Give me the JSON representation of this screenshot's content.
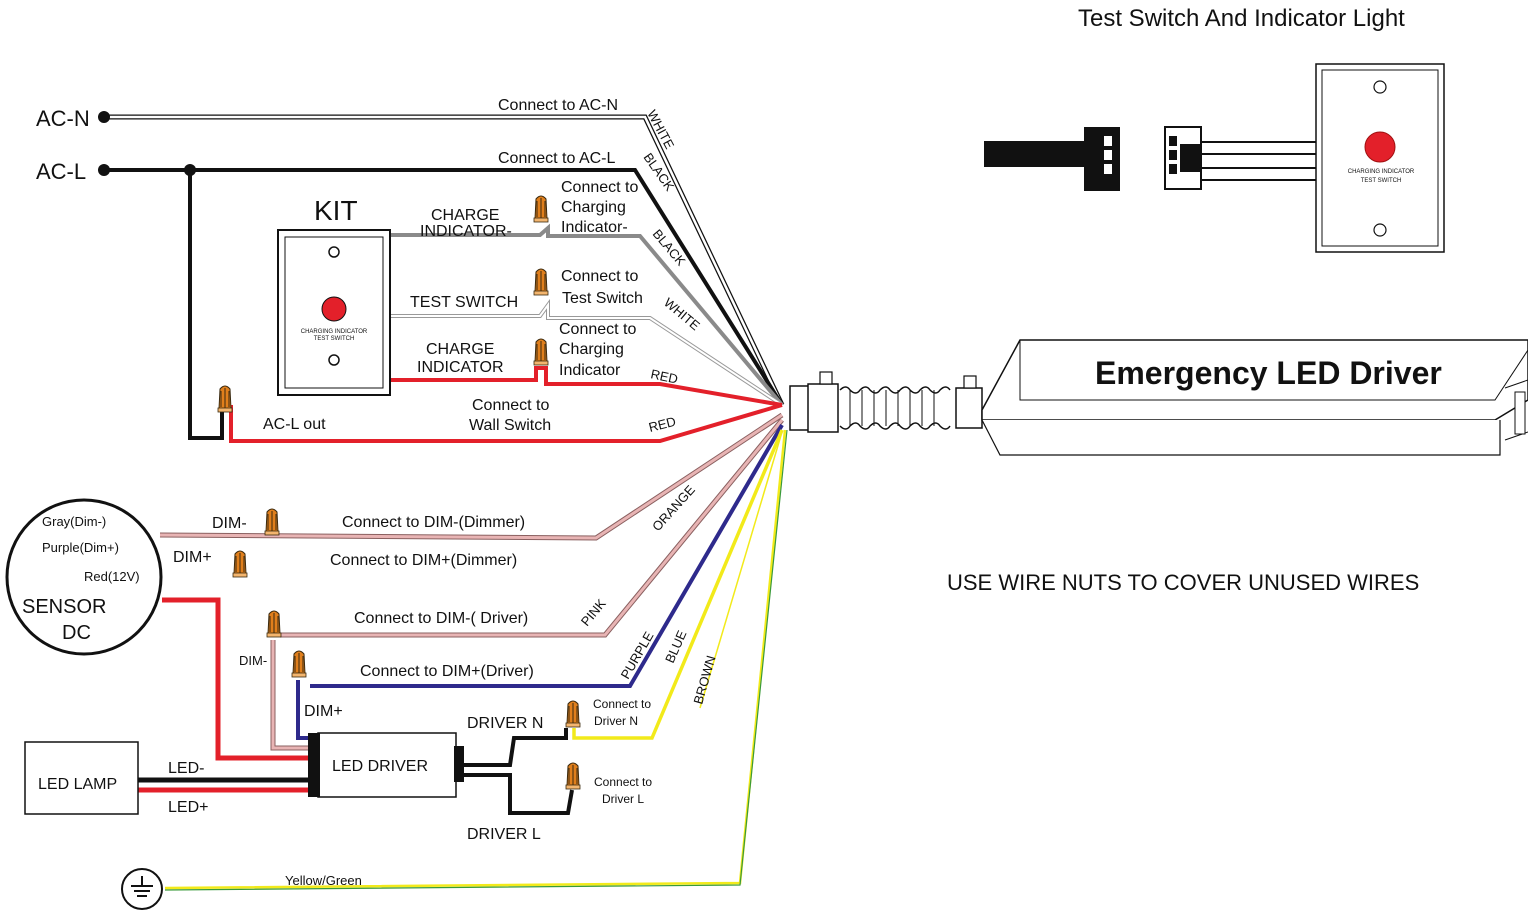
{
  "title_right": "Test Switch And Indicator Light",
  "emergency_driver_label": "Emergency LED Driver",
  "note": "USE WIRE NUTS TO COVER UNUSED WIRES",
  "terminals": {
    "ac_n": "AC-N",
    "ac_l": "AC-L"
  },
  "kit": {
    "title": "KIT",
    "plate_text_1": "CHARGING INDICATOR",
    "plate_text_2": "TEST SWITCH",
    "charge_indicator_minus": [
      "CHARGE",
      "INDICATOR-"
    ],
    "test_switch": "TEST SWITCH",
    "charge_indicator": [
      "CHARGE",
      "INDICATOR"
    ]
  },
  "right_plate": {
    "text_1": "CHARGING INDICATOR",
    "text_2": "TEST SWITCH"
  },
  "connect_labels": {
    "ac_n": "Connect to AC-N",
    "ac_l": "Connect to AC-L",
    "charging_indicator_minus": [
      "Connect to",
      "Charging",
      "Indicator-"
    ],
    "test_switch": [
      "Connect to",
      "Test Switch"
    ],
    "charging_indicator": [
      "Connect to",
      "Charging",
      "Indicator"
    ],
    "wall_switch": [
      "Connect to",
      "Wall Switch"
    ],
    "ac_l_out": "AC-L out",
    "dim_minus_dimmer": "Connect to DIM-(Dimmer)",
    "dim_plus_dimmer": "Connect to DIM+(Dimmer)",
    "dim_minus_driver": "Connect to DIM-( Driver)",
    "dim_plus_driver": "Connect to DIM+(Driver)",
    "driver_n": [
      "Connect to",
      "Driver N"
    ],
    "driver_l": [
      "Connect to",
      "Driver L"
    ]
  },
  "wire_colors": {
    "white_1": "WHITE",
    "black_1": "BLACK",
    "black_2": "BLACK",
    "white_2": "WHITE",
    "red_1": "RED",
    "red_2": "RED",
    "orange": "ORANGE",
    "pink": "PINK",
    "purple": "PURPLE",
    "blue": "BLUE",
    "brown": "BROWN",
    "yellow_green": "Yellow/Green"
  },
  "sensor": {
    "gray": "Gray(Dim-)",
    "purple": "Purple(Dim+)",
    "red": "Red(12V)",
    "name_1": "SENSOR",
    "name_2": "DC"
  },
  "dim_labels": {
    "dim_minus_1": "DIM-",
    "dim_plus_1": "DIM+",
    "dim_minus_2": "DIM-",
    "dim_plus_2": "DIM+"
  },
  "led_driver": "LED DRIVER",
  "led_lamp": "LED LAMP",
  "led_minus": "LED-",
  "led_plus": "LED+",
  "driver_n": "DRIVER N",
  "driver_l": "DRIVER L",
  "colors": {
    "red_wire": "#e3202a",
    "gray_wire": "#8a8a8a",
    "pink_wire": "#e8b4b4",
    "purple_wire": "#2e2a8c",
    "yellow_wire": "#f2ea1a",
    "green_wire": "#3a9a3a",
    "nut_orange": "#e07f1c",
    "indicator_red": "#e3202a"
  }
}
